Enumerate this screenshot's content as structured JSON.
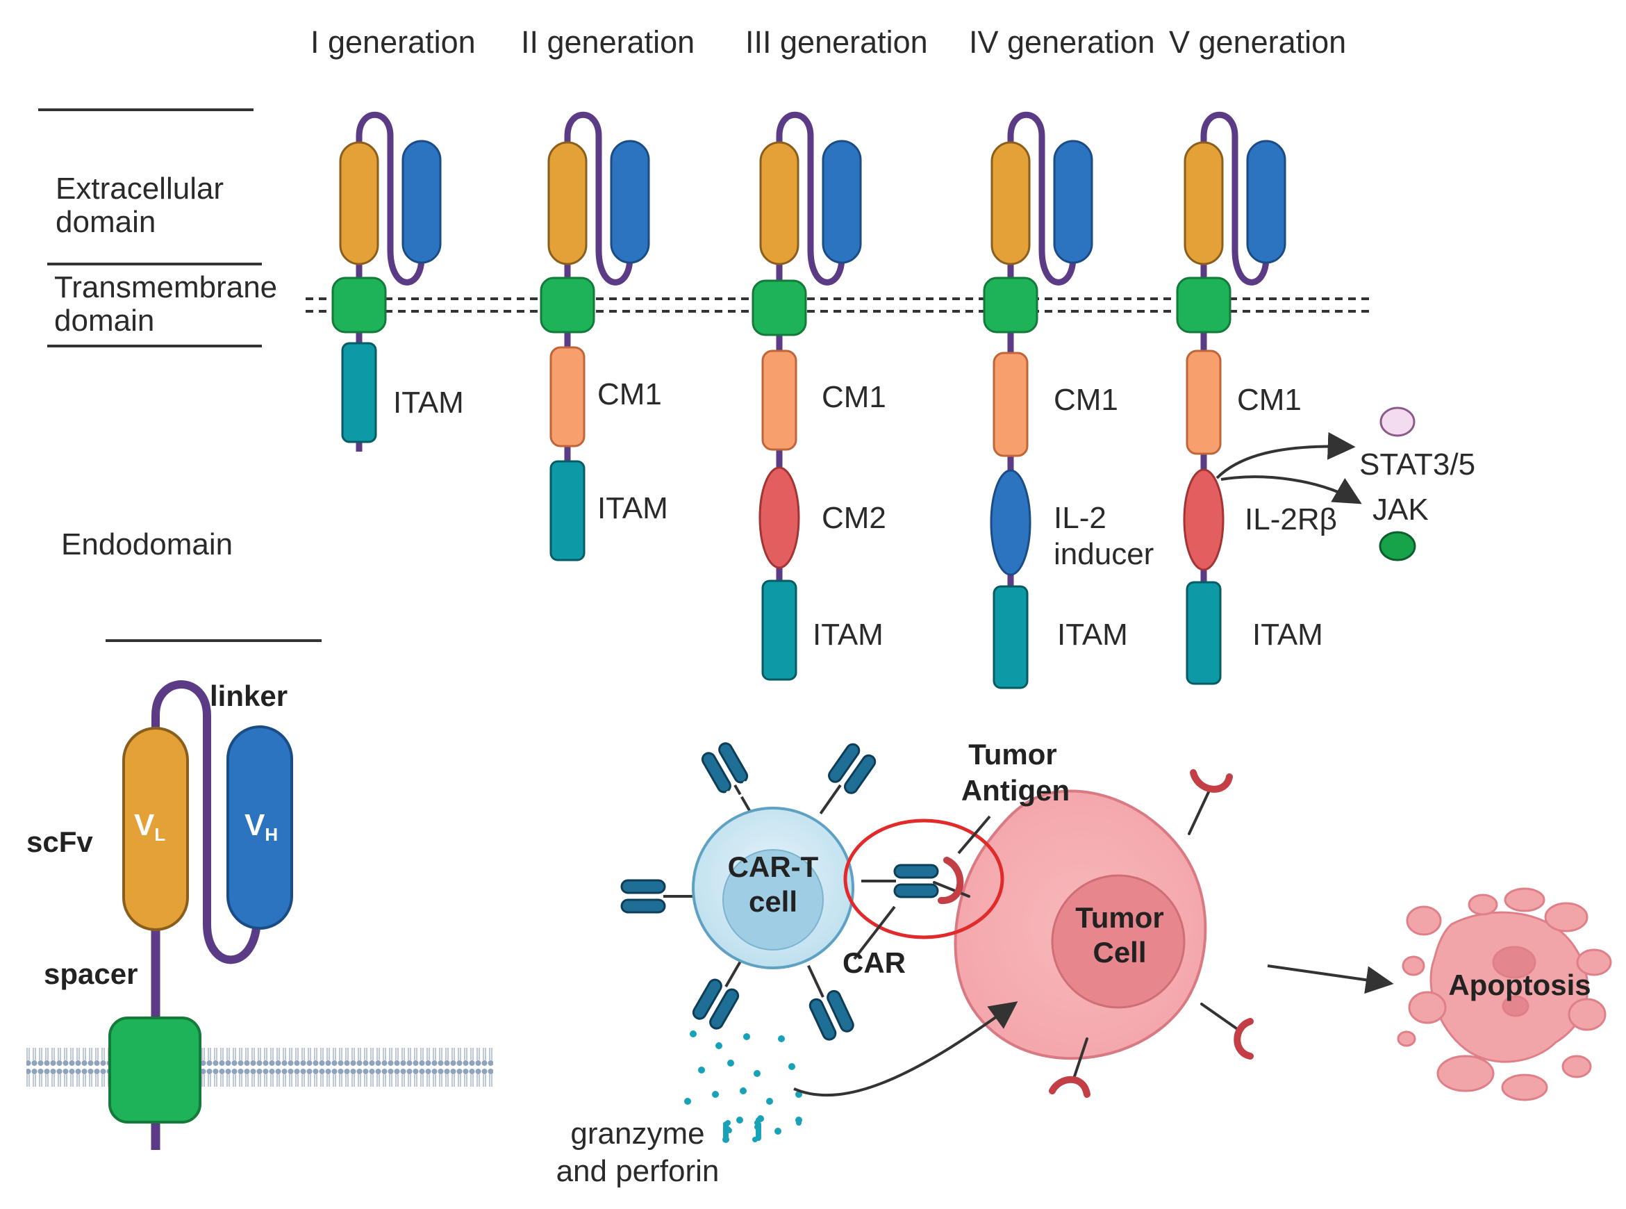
{
  "generations": [
    {
      "title": "I generation",
      "cm1": "",
      "cm2": "",
      "itam": "ITAM"
    },
    {
      "title": "II generation",
      "cm1": "CM1",
      "cm2": "",
      "itam": "ITAM"
    },
    {
      "title": "III generation",
      "cm1": "CM1",
      "cm2": "CM2",
      "itam": "ITAM"
    },
    {
      "title": "IV generation",
      "cm1": "CM1",
      "cm2_line1": "IL-2",
      "cm2_line2": "inducer",
      "itam": "ITAM"
    },
    {
      "title": "V generation",
      "cm1": "CM1",
      "cm2": "IL-2Rβ",
      "itam": "ITAM"
    }
  ],
  "domains": {
    "extracellular_1": "Extracellular",
    "extracellular_2": "domain",
    "transmembrane_1": "Transmembrane",
    "transmembrane_2": "domain",
    "endodomain": "Endodomain"
  },
  "signaling": {
    "stat": "STAT3/5",
    "jak": "JAK"
  },
  "detail": {
    "linker": "linker",
    "scfv": "scFv",
    "spacer": "spacer",
    "vl_main": "V",
    "vl_sub": "L",
    "vh_main": "V",
    "vh_sub": "H"
  },
  "mechanism": {
    "cart_1": "CAR-T",
    "cart_2": "cell",
    "antigen_1": "Tumor",
    "antigen_2": "Antigen",
    "car": "CAR",
    "tumor_1": "Tumor",
    "tumor_2": "Cell",
    "apoptosis": "Apoptosis",
    "granzyme_1": "granzyme",
    "granzyme_2": "and perforin"
  },
  "colors": {
    "vl": "#E3A137",
    "vh": "#2D74C0",
    "linker": "#5B3A86",
    "tm": "#1EB358",
    "cm1": "#F7A06E",
    "cm2": "#E35E5E",
    "il2": "#2D74C0",
    "itam": "#0D9AA6",
    "car": "#1E6E96",
    "tumor": "#F2A3A8"
  }
}
